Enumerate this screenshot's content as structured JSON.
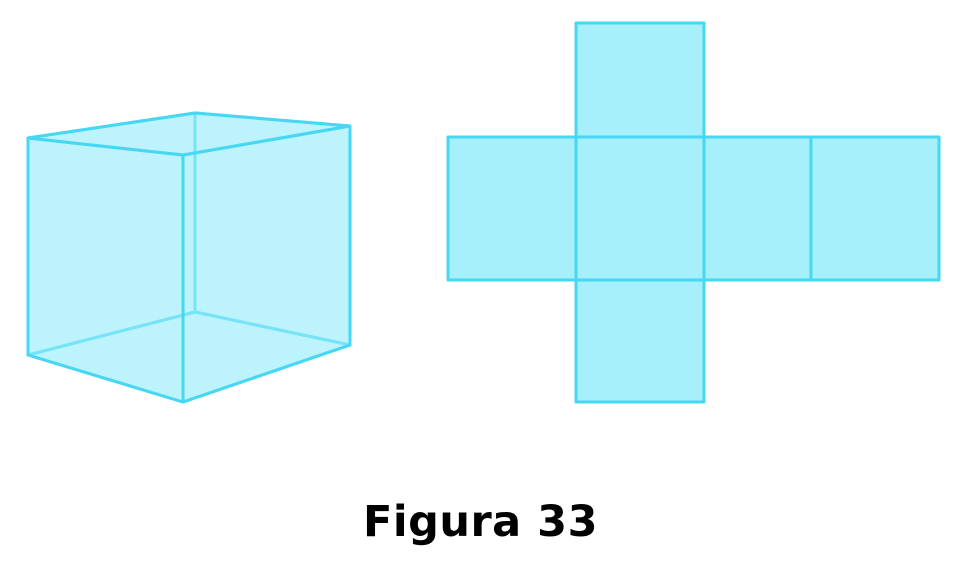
{
  "caption": "Figura 33",
  "colors": {
    "fill": "#a6f0fc",
    "stroke": "#47d7f2",
    "text": "#000000"
  },
  "figures": [
    {
      "id": "cube",
      "kind": "3d-cube"
    },
    {
      "id": "net",
      "kind": "cube-net",
      "faces": 6
    }
  ]
}
